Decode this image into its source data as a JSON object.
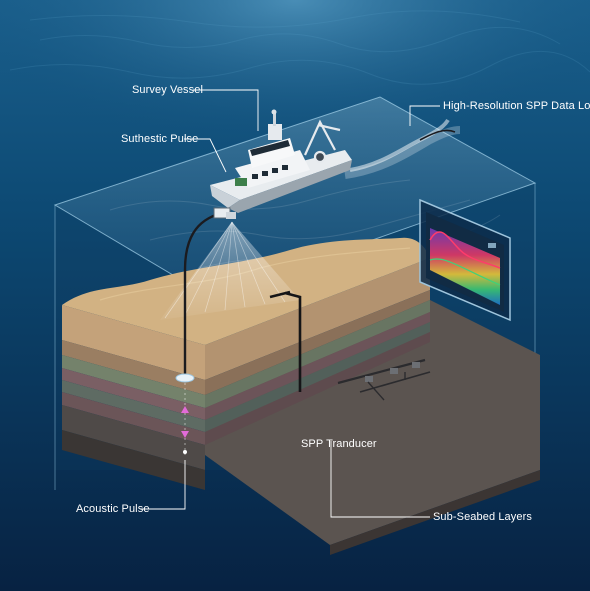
{
  "labels": {
    "survey_vessel": "Survey Vessel",
    "synthetic_pulse": "Suthestic Pulse",
    "data_log": "High-Resolution SPP Data Log",
    "transducer": "SPP Tranducer",
    "acoustic_pulse": "Acoustic Pulse",
    "sub_seabed_layers": "Sub-Seabed Layers"
  },
  "colors": {
    "ocean_top": "#0d4a74",
    "ocean_bottom": "#072242",
    "seabed": "#5b5450",
    "layer_sand": "#c4a27a",
    "layer_green": "#74826b",
    "layer_mauve": "#7a5f64",
    "hull": "#e8ecef",
    "monitor_frame": "#9ec4dc"
  },
  "icons": {
    "vessel": "survey-vessel-icon",
    "crane": "a-frame-crane-icon",
    "transducer": "sensor-array-icon",
    "monitor": "data-log-monitor-icon"
  }
}
